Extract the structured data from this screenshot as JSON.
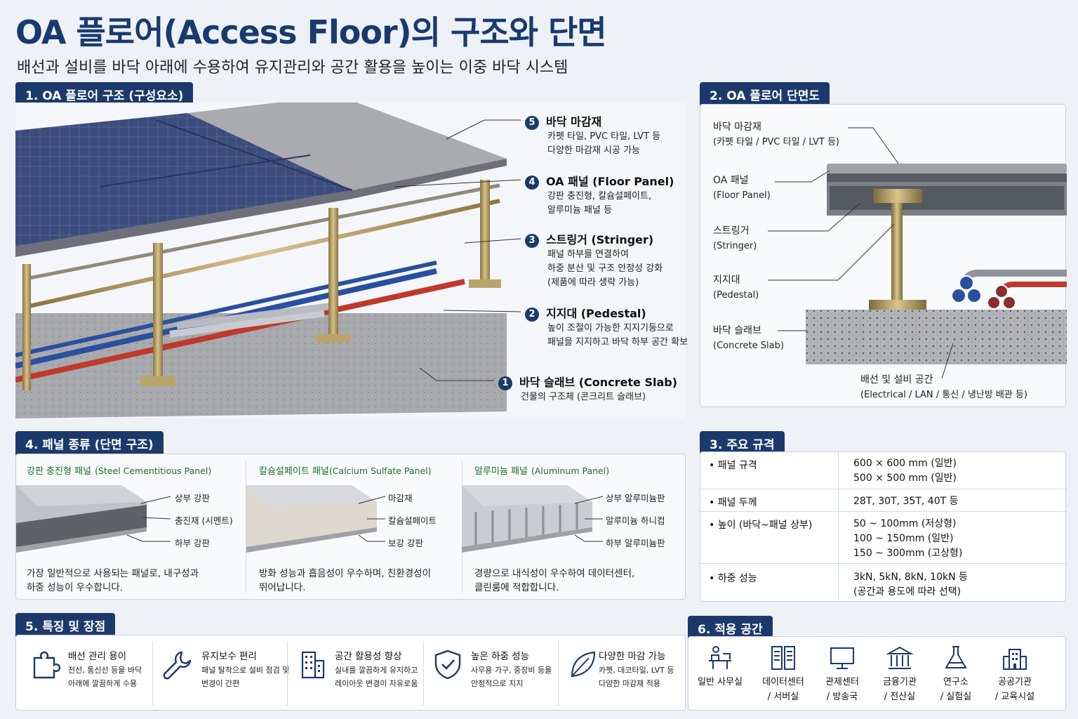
{
  "header": {
    "title": "OA 플로어(Access Floor)의 구조와 단면",
    "subtitle": "배선과 설비를 바닥 아래에 수용하여 유지관리와 공간 활용을 높이는 이중 바닥 시스템"
  },
  "structure": {
    "tag": "1. OA 플로어 구조 (구성요소)",
    "labels": [
      {
        "num": "5",
        "title": "바닥 마감재",
        "desc": [
          "카펫 타일, PVC 타일, LVT 등",
          "다양한 마감재 시공 가능"
        ]
      },
      {
        "num": "4",
        "title": "OA 패널 (Floor Panel)",
        "desc": [
          "강판 충진형, 칼슘설페이트,",
          "알루미늄 패널 등"
        ]
      },
      {
        "num": "3",
        "title": "스트링거 (Stringer)",
        "desc": [
          "패널 하부를 연결하여",
          "하중 분산 및 구조 안정성 강화",
          "(제품에 따라 생략 가능)"
        ]
      },
      {
        "num": "2",
        "title": "지지대 (Pedestal)",
        "desc": [
          "높이 조절이 가능한 지지기둥으로",
          "패널을 지지하고 바닥 하부 공간 확보"
        ]
      },
      {
        "num": "1",
        "title": "바닥 슬래브 (Concrete Slab)",
        "desc": [
          "건물의 구조체 (콘크리트 슬래브)"
        ]
      }
    ]
  },
  "section": {
    "tag": "2. OA 플로어 단면도",
    "labels": [
      {
        "title": "바닥 마감재",
        "sub": "(카펫 타일 / PVC 타일 / LVT 등)"
      },
      {
        "title": "OA 패널",
        "sub": "(Floor Panel)"
      },
      {
        "title": "스트링거",
        "sub": "(Stringer)"
      },
      {
        "title": "지지대",
        "sub": "(Pedestal)"
      },
      {
        "title": "바닥 슬래브",
        "sub": "(Concrete Slab)"
      }
    ],
    "bottom_title": "배선 및 설비 공간",
    "bottom_sub": "(Electrical / LAN / 통신 / 냉난방 배관 등)"
  },
  "panels": {
    "tag": "4. 패널 종류 (단면 구조)",
    "items": [
      {
        "name": "강판 충진형 패널",
        "en": "(Steel Cementitious Panel)",
        "layers": [
          "상부 강판",
          "충진재 (시멘트)",
          "하부 강판"
        ],
        "desc": [
          "가장 일반적으로 사용되는 패널로, 내구성과",
          "하중 성능이 우수합니다."
        ]
      },
      {
        "name": "칼슘설페이트 패널",
        "en": "(Calcium Sulfate Panel)",
        "layers": [
          "마감재",
          "칼슘설페이트",
          "보강 강판"
        ],
        "desc": [
          "방화 성능과 흡음성이 우수하며, 친환경성이",
          "뛰어납니다."
        ]
      },
      {
        "name": "알루미늄 패널",
        "en": "(Aluminum Panel)",
        "layers": [
          "상부 알루미늄판",
          "알루미늄 하니컴",
          "하부 알루미늄판"
        ],
        "desc": [
          "경량으로 내식성이 우수하여 데이터센터,",
          "클린룸에 적합합니다."
        ]
      }
    ]
  },
  "specs": {
    "tag": "3. 주요 규격",
    "rows": [
      {
        "key": "• 패널 규격",
        "values": [
          "600 × 600 mm (일반)",
          "500 × 500 mm (일반)"
        ]
      },
      {
        "key": "• 패널 두께",
        "values": [
          "28T, 30T, 35T, 40T 등"
        ]
      },
      {
        "key": "• 높이 (바닥~패널 상부)",
        "values": [
          "50 ~ 100mm (저상형)",
          "100 ~ 150mm (일반)",
          "150 ~ 300mm (고상형)"
        ]
      },
      {
        "key": "• 하중 성능",
        "values": [
          "3kN, 5kN, 8kN, 10kN 등",
          "(공간과 용도에 따라 선택)"
        ]
      }
    ]
  },
  "features": {
    "tag": "5. 특징 및 장점",
    "items": [
      {
        "icon": "puzzle-icon",
        "title": "배선 관리 용이",
        "desc": [
          "전선, 통신선 등을 바닥",
          "아래에 깔끔하게 수용"
        ]
      },
      {
        "icon": "wrench-icon",
        "title": "유지보수 편리",
        "desc": [
          "패널 탈착으로 설비 점검 및",
          "변경이 간편"
        ]
      },
      {
        "icon": "building-icon",
        "title": "공간 활용성 향상",
        "desc": [
          "실내를 깔끔하게 유지하고",
          "레이아웃 변경이 자유로움"
        ]
      },
      {
        "icon": "shield-check-icon",
        "title": "높은 하중 성능",
        "desc": [
          "사무용 가구, 중장비 등을",
          "안정적으로 지지"
        ]
      },
      {
        "icon": "leaf-icon",
        "title": "다양한 마감 가능",
        "desc": [
          "카펫, 데코타일, LVT 등",
          "다양한 마감재 적용"
        ]
      }
    ]
  },
  "applications": {
    "tag": "6. 적용 공간",
    "items": [
      {
        "icon": "office-desk-icon",
        "label": [
          "일반 사무실"
        ]
      },
      {
        "icon": "server-rack-icon",
        "label": [
          "데이터센터",
          "/ 서버실"
        ]
      },
      {
        "icon": "monitor-icon",
        "label": [
          "관제센터",
          "/ 방송국"
        ]
      },
      {
        "icon": "bank-icon",
        "label": [
          "금융기관",
          "/ 전산실"
        ]
      },
      {
        "icon": "flask-icon",
        "label": [
          "연구소",
          "/ 실험실"
        ]
      },
      {
        "icon": "public-building-icon",
        "label": [
          "공공기관",
          "/ 교육시설"
        ]
      }
    ]
  },
  "colors": {
    "navy": "#1b3a6b",
    "title": "#183a70",
    "green": "#1d6b2f",
    "carpet": "#3b4a78",
    "red_pipe": "#c0392b",
    "blue_pipe": "#2a4fa0"
  }
}
